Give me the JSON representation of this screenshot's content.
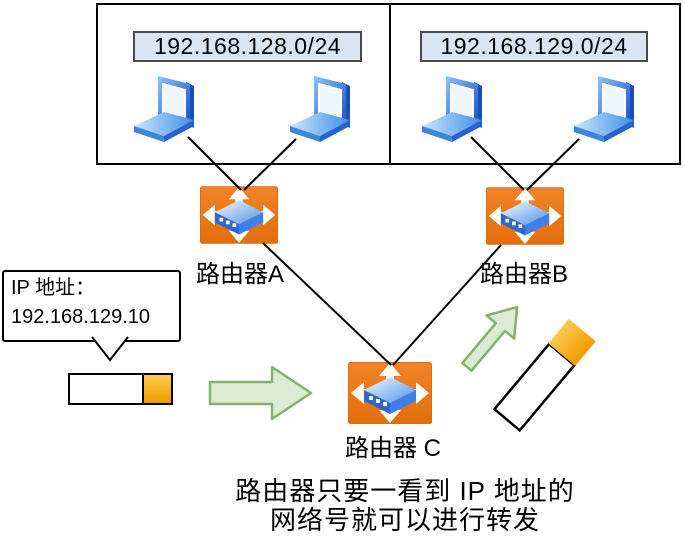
{
  "diagram": {
    "networks": [
      {
        "subnet": "192.168.128.0/24",
        "hosts": 2
      },
      {
        "subnet": "192.168.129.0/24",
        "hosts": 2
      }
    ],
    "routers": [
      {
        "label": "路由器A"
      },
      {
        "label": "路由器B"
      },
      {
        "label": "路由器 C"
      }
    ],
    "callout": {
      "line1": "IP 地址：",
      "line2": "192.168.129.10"
    },
    "caption": {
      "line1": "路由器只要一看到 IP 地址的",
      "line2": "网络号就可以进行转发"
    },
    "icons": {
      "laptop": "laptop-icon",
      "router": "router-icon",
      "packet": "packet-icon",
      "flow_arrow": "flow-arrow-icon",
      "callout_pointer": "callout-pointer-icon"
    },
    "colors": {
      "router_orange": "#EC7A16",
      "packet_gold": "#FBB216",
      "arrow_green_fill": "#DEEBD4",
      "arrow_green_stroke": "#86B06C",
      "subnet_label_bg": "#D9E5F3",
      "laptop_blue": "#2F7DE0",
      "line_black": "#000000"
    }
  }
}
